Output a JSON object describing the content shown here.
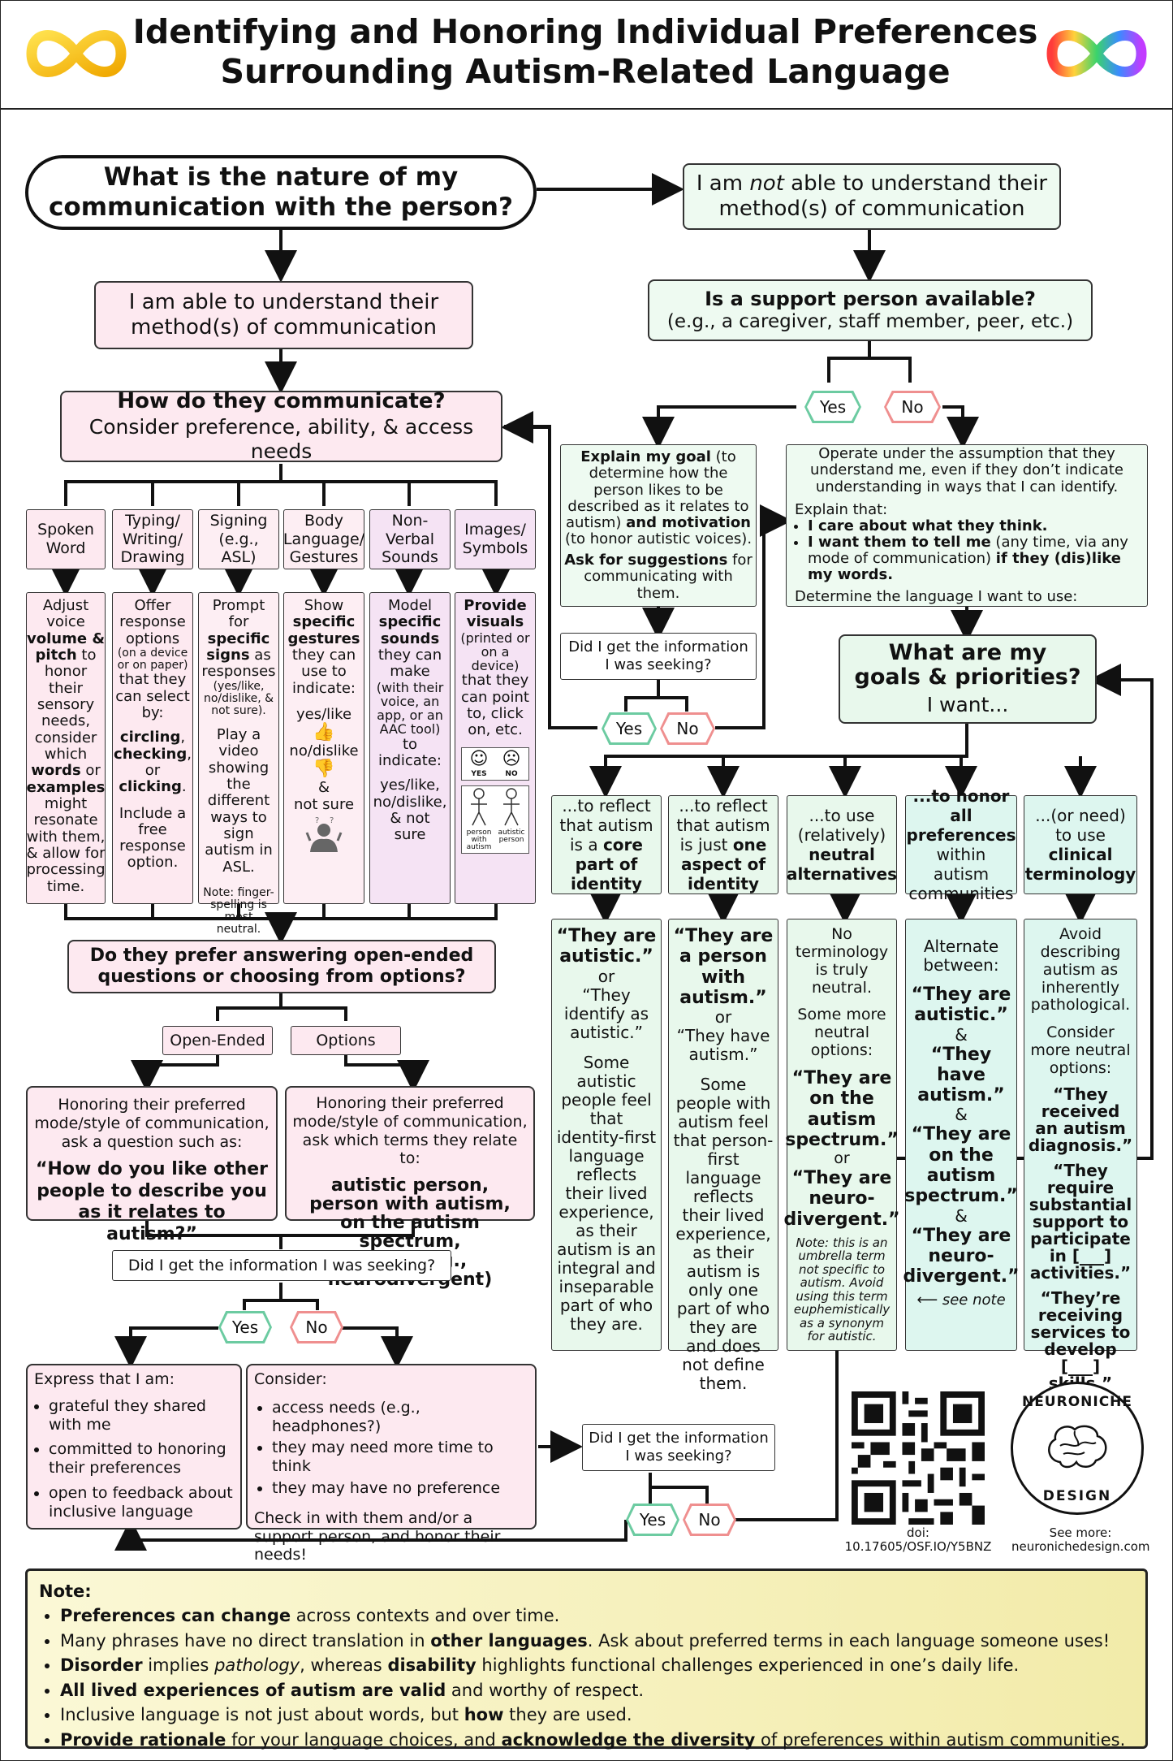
{
  "header": {
    "title_line1": "Identifying and Honoring Individual Preferences",
    "title_line2": "Surrounding Autism-Related Language",
    "left_logo": "gold-infinity-icon",
    "right_logo": "rainbow-infinity-icon"
  },
  "start": {
    "line1": "What is the nature of my",
    "line2": "communication with the person?"
  },
  "able": {
    "line1": "I am able to understand their",
    "line2": "method(s) of communication"
  },
  "not_able": {
    "pre": "I am ",
    "em": "not",
    "post": " able to understand their",
    "line2": "method(s) of communication"
  },
  "how": {
    "title": "How do they communicate?",
    "sub": "Consider preference, ability, & access needs"
  },
  "modes": [
    "Spoken Word",
    "Typing/ Writing/ Drawing",
    "Signing (e.g., ASL)",
    "Body Language/ Gestures",
    "Non-Verbal Sounds",
    "Images/ Symbols"
  ],
  "mode_text": {
    "spoken": {
      "a": "Adjust voice ",
      "b1": "volume & pitch",
      "c": " to honor their sensory needs, consider which ",
      "b2": "words",
      "d": " or ",
      "b3": "examples",
      "e": " might resonate with them, & allow for processing time."
    },
    "typing": {
      "a": "Offer response options",
      "s": "(on a device or on paper)",
      "c": " that they can select by:",
      "b1": "circling",
      "b2": "checking",
      "b3": "clicking",
      "d": "Include a free response option.",
      "or": "or"
    },
    "signing": {
      "a": "Prompt for ",
      "b1": "specific signs",
      "c": " as responses",
      "s": "(yes/like, no/dislike, & not sure).",
      "d": "Play a video showing the different ways to sign autism in ASL.",
      "note": "Note: finger-spelling is most neutral."
    },
    "body": {
      "a": "Show ",
      "b1": "specific gestures",
      "c": " they can use to indicate:",
      "y": "yes/like",
      "n": "no/dislike",
      "amp": "&",
      "ns": "not sure"
    },
    "sounds": {
      "a": "Model ",
      "b1": "specific sounds",
      "c": " they can make",
      "s": "(with their voice, an app, or an AAC tool)",
      "d": " to indicate:",
      "e": "yes/like, no/dislike, & not sure"
    },
    "images": {
      "b1": "Provide visuals",
      "s": "(printed or on a device)",
      "c": " that they can point to, click on, etc.",
      "yes": "YES",
      "no": "NO",
      "p1": "person with autism",
      "p2": "autistic person"
    }
  },
  "answer_q": {
    "line1": "Do they prefer answering open-ended",
    "line2": "questions or choosing from options?"
  },
  "open_label": "Open-Ended",
  "options_label": "Options",
  "open_box": {
    "intro": "Honoring their preferred mode/style of communication, ask a question such as:",
    "q": "“How do you like other people to describe you as it relates to autism?”"
  },
  "options_box": {
    "intro": "Honoring their preferred mode/style of communication, ask which terms they relate to:",
    "t1": "autistic person,",
    "t2": "person with autism,",
    "t3": "on the autism spectrum,",
    "t4": "other (e.g., neurodivergent)"
  },
  "did_get": "Did I get the information I was seeking?",
  "did_get_split": {
    "l1": "Did I get the information",
    "l2": "I was seeking?"
  },
  "yes": "Yes",
  "no": "No",
  "express": {
    "title": "Express that I am:",
    "items": [
      "grateful they shared with me",
      "committed to honoring their preferences",
      "open to feedback about inclusive language"
    ]
  },
  "consider": {
    "title": "Consider:",
    "items": [
      "access needs (e.g., headphones?)",
      "they may need more time to think",
      "they may have no preference"
    ],
    "footer": "Check in with them and/or a support person, and honor their needs!"
  },
  "support": {
    "title": "Is a support person available?",
    "sub": "(e.g., a caregiver, staff member, peer, etc.)"
  },
  "explain_goal": {
    "b1": "Explain my goal",
    "a": " (to determine how the person likes to be described as it relates to autism) ",
    "b2": "and motivation",
    "c": " (to honor autistic voices).",
    "b3": "Ask for suggestions",
    "d": " for communicating with them."
  },
  "operate": {
    "intro": "Operate under the assumption that they understand me, even if they don’t indicate understanding in ways that I can identify.",
    "explain": "Explain that:",
    "i1": "I care about what they think.",
    "i2a": "I want them to tell me",
    "i2b": " (any time, via any mode of communication) ",
    "i2c": "if they (dis)like my words.",
    "determine": "Determine the language I want to use:"
  },
  "goals": {
    "line1": "What are my",
    "line2": "goals & priorities?",
    "line3": "I want..."
  },
  "goal_opts": {
    "g1": {
      "a": "...to reflect that autism is a ",
      "b": "core part of identity"
    },
    "g2": {
      "a": "...to reflect that autism is just ",
      "b": "one aspect of identity"
    },
    "g3": {
      "a": "...to use (relatively) ",
      "b": "neutral alternatives"
    },
    "g4": {
      "b": "...to honor all preferences",
      "a": " within autism communities"
    },
    "g5": {
      "a": "...(or need) to use ",
      "b": "clinical terminology"
    }
  },
  "goal_text": {
    "g1": {
      "q1": "“They are autistic.”",
      "or": "or",
      "q2": "“They identify as autistic.”",
      "body": "Some autistic people feel that identity-first language reflects their lived experience, as their autism is an integral and inseparable part of who they are."
    },
    "g2": {
      "q1": "“They are a person with autism.”",
      "or": "or",
      "q2": "“They have autism.”",
      "body": "Some people with autism feel that person-first language reflects their lived experience, as their autism is only one part of who they are and does not define them."
    },
    "g3": {
      "a": "No terminology is truly neutral.",
      "b": "Some more neutral options:",
      "q1": "“They are on the autism spectrum.”",
      "or": "or",
      "q2": "“They are neuro-divergent.”",
      "note": "Note: this is an umbrella term not specific to autism. Avoid using this term euphemistically as a synonym for autistic."
    },
    "g4": {
      "a": "Alternate between:",
      "q1": "“They are autistic.”",
      "q2": "“They have autism.”",
      "q3": "“They are on the autism spectrum.”",
      "q4": "“They are neuro-divergent.”",
      "amp": "&",
      "note": "⟵ see note"
    },
    "g5": {
      "a": "Avoid describing autism as inherently pathological.",
      "b": "Consider more neutral options:",
      "q1": "“They received an autism diagnosis.”",
      "q2": "“They require substantial support to participate in [___] activities.”",
      "q3": "“They’re receiving services to develop [___] skills.”"
    }
  },
  "doi": {
    "label": "doi:",
    "value": "10.17605/OSF.IO/Y5BNZ"
  },
  "brand": {
    "top": "NEURONICHE",
    "bottom": "DESIGN",
    "see": "See more:",
    "url": "neuronichedesign.com"
  },
  "note": {
    "title": "Note:",
    "n1b": "Preferences can change",
    "n1": " across contexts and over time.",
    "n2a": "Many phrases have no direct translation in ",
    "n2b": "other languages",
    "n2c": ". Ask about preferred terms in each language someone uses!",
    "n3a": "Disorder",
    "n3b": " implies ",
    "n3c": "pathology",
    "n3d": ", whereas ",
    "n3e": "disability",
    "n3f": " highlights functional challenges experienced in one’s daily life.",
    "n4a": "All lived experiences of autism are valid",
    "n4b": " and worthy of respect.",
    "n5a": "Inclusive language is not just about words, but ",
    "n5b": "how",
    "n5c": " they are used.",
    "n6a": "Provide rationale",
    "n6b": " for your language choices, and ",
    "n6c": "acknowledge the diversity",
    "n6d": " of preferences within autism communities."
  },
  "colors": {
    "pink": "#fde9f0",
    "mauve": "#f5e3f4",
    "green": "#e8f8ec",
    "teal": "#ddf6ef",
    "note_bg": "#f7f3c4",
    "yes": "#6ccba1",
    "no": "#ef8f8f"
  }
}
